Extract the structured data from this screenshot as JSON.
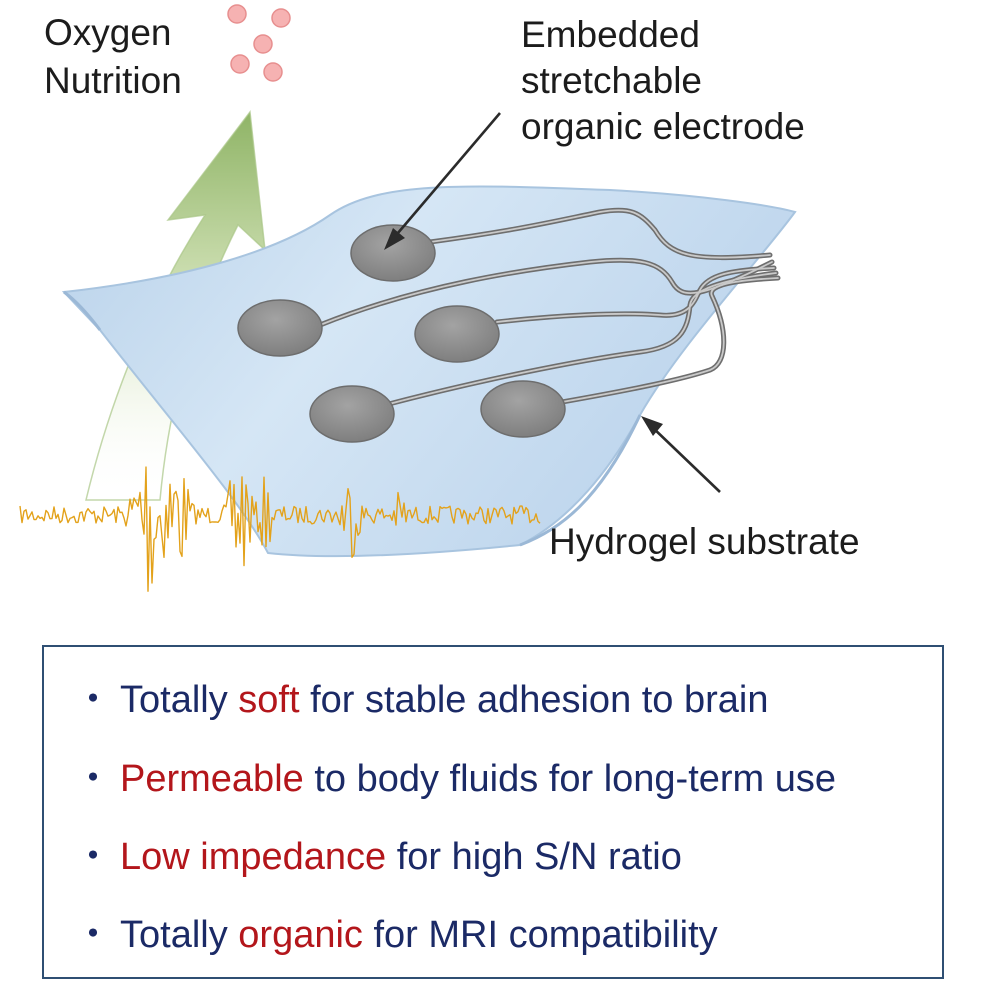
{
  "labels": {
    "oxygen": "Oxygen",
    "nutrition": "Nutrition",
    "electrode": [
      "Embedded",
      "stretchable",
      "organic electrode"
    ],
    "substrate": "Hydrogel substrate"
  },
  "features": [
    {
      "bullet": "・",
      "pre": "Totally ",
      "highlight": "soft",
      "post": " for stable adhesion to brain"
    },
    {
      "bullet": "・",
      "pre": "",
      "highlight": "Permeable",
      "post": " to body fluids for long-term use"
    },
    {
      "bullet": "・",
      "pre": "",
      "highlight": "Low impedance",
      "post": " for high S/N ratio"
    },
    {
      "bullet": "・",
      "pre": "Totally ",
      "highlight": "organic",
      "post": " for MRI compatibility"
    }
  ],
  "colors": {
    "feature_text": "#1b2a66",
    "highlight": "#b3161b",
    "box_border": "#2f4f73",
    "substrate": "#c6dcef",
    "electrode": "#8c8c8c",
    "signal": "#e0a21f",
    "arrow": "#9fbf78",
    "bubble": "#f2a9a9"
  }
}
